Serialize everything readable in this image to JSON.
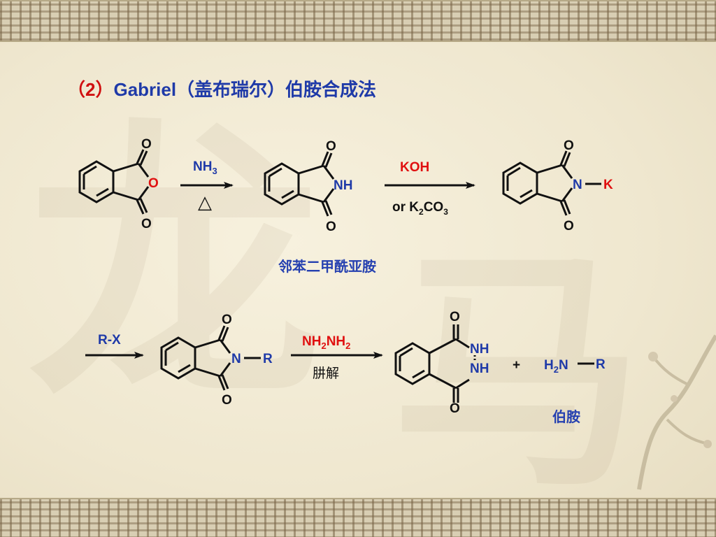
{
  "title": {
    "number": "（2）",
    "name": "Gabriel（盖布瑞尔）伯胺合成法"
  },
  "reaction1": {
    "reagent_above": "NH",
    "reagent_above_sub": "3",
    "reagent_below": "△"
  },
  "reaction2": {
    "reagent_above": "KOH",
    "reagent_below_prefix": "or  K",
    "reagent_below_sub1": "2",
    "reagent_below_mid": "CO",
    "reagent_below_sub2": "3"
  },
  "reaction3": {
    "reagent_above": "R-X"
  },
  "reaction4": {
    "reagent_above_a": "NH",
    "reagent_above_sub1": "2",
    "reagent_above_b": "NH",
    "reagent_above_sub2": "2",
    "reagent_below": "肼解"
  },
  "labels": {
    "phthalimide": "邻苯二甲酰亚胺",
    "primary_amine": "伯胺"
  },
  "atoms": {
    "O": "O",
    "NH": "NH",
    "N": "N",
    "K": "K",
    "R": "R",
    "plus": "+",
    "amine_H": "H",
    "amine_sub": "2",
    "amine_N": "N"
  },
  "colors": {
    "title": "#1f3aa8",
    "title_number": "#d01010",
    "nitrogen": "#1f3aa8",
    "oxygen_ring": "#e01010",
    "reagent_red": "#e01010",
    "bond": "#111111"
  }
}
